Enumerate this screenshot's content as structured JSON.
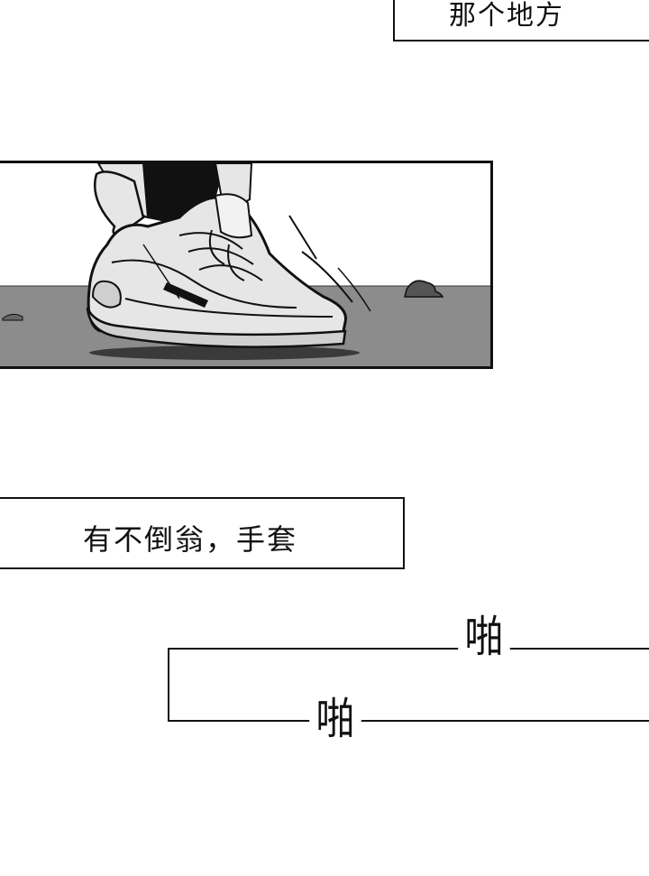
{
  "captions": {
    "top": "那个地方",
    "middle": "有不倒翁，手套"
  },
  "sound_effects": {
    "first": "啪",
    "second": "啪"
  },
  "panel": {
    "ground_color": "#8c8c8c",
    "ink_color": "#111111",
    "shoe_color": "#e6e6e6"
  }
}
